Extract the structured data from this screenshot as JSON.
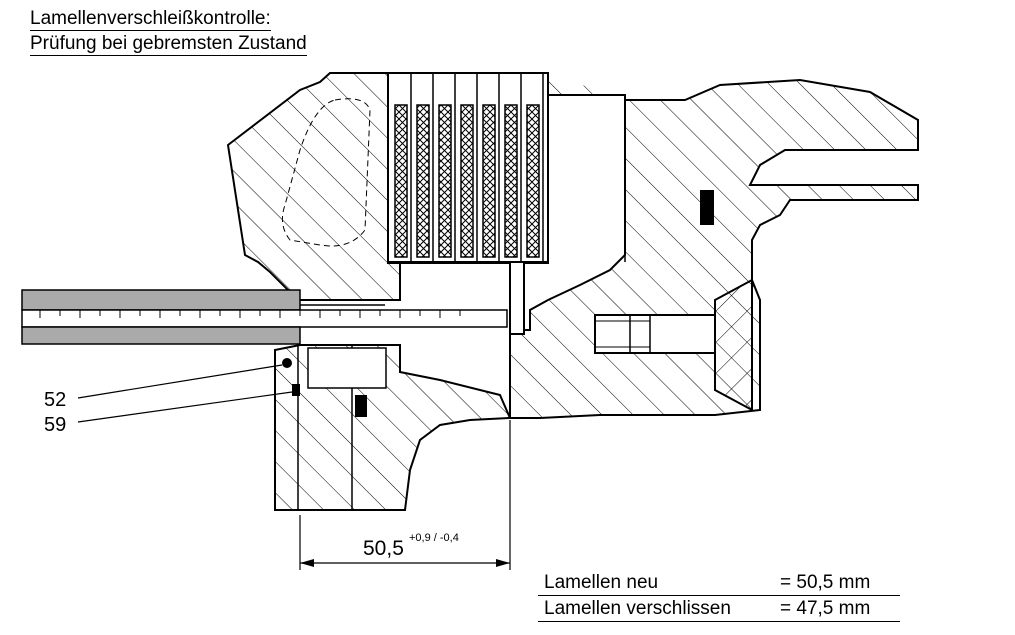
{
  "title": {
    "line1": "Lamellenverschleißkontrolle:",
    "line2": "Prüfung bei gebremsten Zustand"
  },
  "callouts": [
    {
      "label": "52"
    },
    {
      "label": "59"
    }
  ],
  "dimension": {
    "value": "50,5",
    "tolerance": "+0,9 / -0,4"
  },
  "notes": [
    {
      "label": "Lamellen neu",
      "value": "= 50,5 mm"
    },
    {
      "label": "Lamellen verschlissen",
      "value": "= 47,5 mm"
    }
  ],
  "colors": {
    "line": "#000000",
    "background": "#ffffff"
  }
}
